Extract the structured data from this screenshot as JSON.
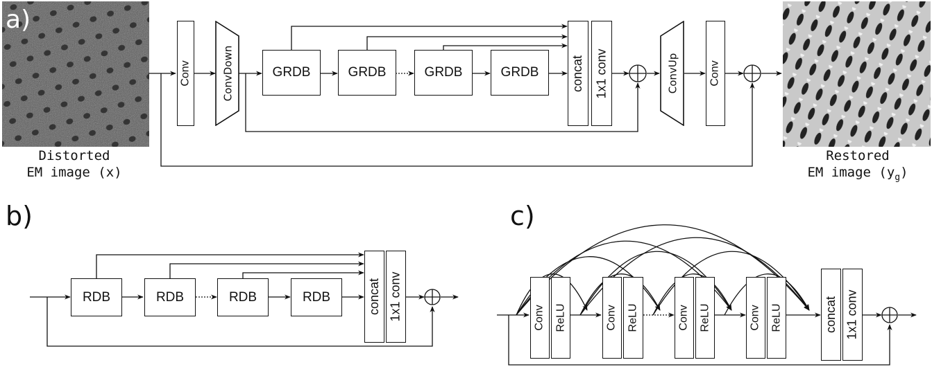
{
  "panels": {
    "a": "a)",
    "b": "b)",
    "c": "c)"
  },
  "panel_a": {
    "input_caption": [
      "Distorted",
      "EM image (x)"
    ],
    "output_caption_line1": "Restored",
    "output_caption_line2": "EM image (y",
    "output_caption_sub": "g",
    "output_caption_close": ")",
    "conv1": "Conv",
    "convdown": "ConvDown",
    "grdb": [
      "GRDB",
      "GRDB",
      "GRDB",
      "GRDB"
    ],
    "concat": "concat",
    "conv1x1": "1x1 conv",
    "convup": "ConvUp",
    "conv2": "Conv",
    "plus": "⊕"
  },
  "panel_b": {
    "rdb": [
      "RDB",
      "RDB",
      "RDB",
      "RDB"
    ],
    "concat": "concat",
    "conv1x1": "1x1 conv"
  },
  "panel_c": {
    "units": [
      {
        "conv": "Conv",
        "relu": "ReLU"
      },
      {
        "conv": "Conv",
        "relu": "ReLU"
      },
      {
        "conv": "Conv",
        "relu": "ReLU"
      },
      {
        "conv": "Conv",
        "relu": "ReLU"
      }
    ],
    "concat": "concat",
    "conv1x1": "1x1 conv"
  },
  "colors": {
    "line": "#111111",
    "noise_dark": "#2e2e2e",
    "noise_light": "#7a7a7a"
  }
}
